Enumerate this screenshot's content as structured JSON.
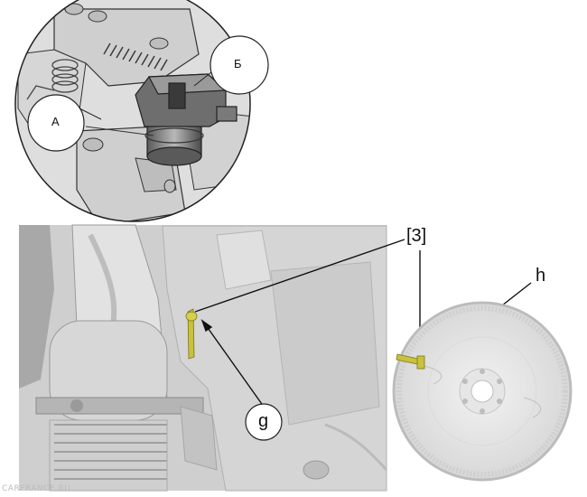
{
  "detail_view": {
    "callout_a": "А",
    "callout_b": "Б"
  },
  "engine_photo": {
    "label_g": "g",
    "label_ref": "[3]"
  },
  "flywheel": {
    "label_h": "h"
  },
  "watermark": "CARFRANCE.RU",
  "colors": {
    "highlight_yellow": "#c9c23a",
    "outline": "#222222",
    "photo_gray": "#c9c9c9"
  }
}
